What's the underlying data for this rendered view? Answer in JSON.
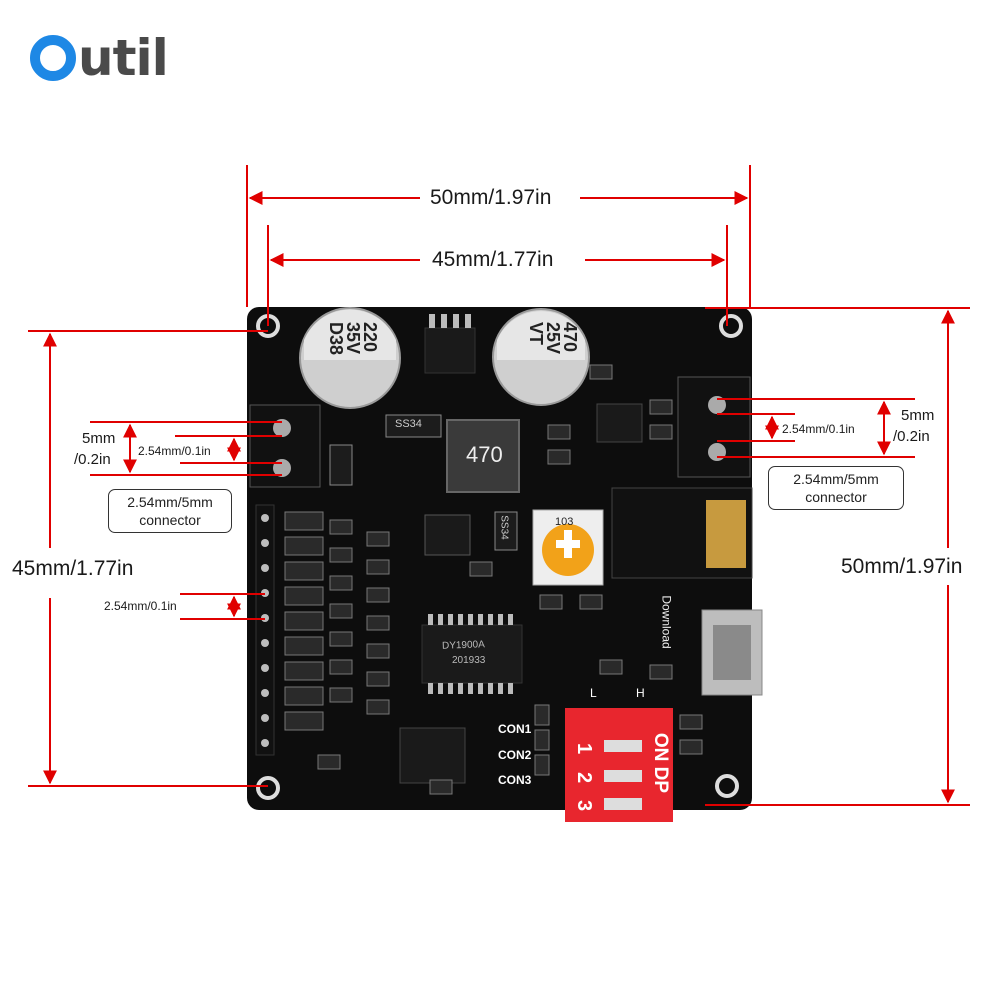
{
  "brand": {
    "logo_text": "Outil",
    "logo_letter": "O",
    "logo_rest": "util",
    "accent": "#1e88e5"
  },
  "dimensions": {
    "top_width_outer": "50mm/1.97in",
    "top_width_inner": "45mm/1.77in",
    "left_height": "45mm/1.77in",
    "right_height": "50mm/1.97in",
    "left_pitch_5mm_a": "5mm",
    "left_pitch_5mm_b": "/0.2in",
    "left_pitch_254": "2.54mm/0.1in",
    "left_header_pitch": "2.54mm/0.1in",
    "right_pitch_5mm_a": "5mm",
    "right_pitch_5mm_b": "/0.2in",
    "right_pitch_254": "2.54mm/0.1in"
  },
  "callouts": {
    "left_connector_line1": "2.54mm/5mm",
    "left_connector_line2": "connector",
    "right_connector_line1": "2.54mm/5mm",
    "right_connector_line2": "connector"
  },
  "board": {
    "cap_left_lines": [
      "220",
      "35V",
      "D38"
    ],
    "cap_right_lines": [
      "470",
      "25V",
      "VT"
    ],
    "inductor_label": "470",
    "diode_label": "SS34",
    "diode2_label": "SS34",
    "pot_label": "103",
    "chip_label_1": "DY1900A",
    "chip_label_2": "201933",
    "con_labels": [
      "CON1",
      "CON2",
      "CON3"
    ],
    "dip_label": "ON DP",
    "dip_numbers": [
      "1",
      "2",
      "3"
    ],
    "download_label": "Download",
    "switch_l": "L",
    "switch_h": "H"
  },
  "colors": {
    "dimension_line": "#e00000",
    "pcb": "#0d0d0d",
    "dip": "#e8262e"
  }
}
